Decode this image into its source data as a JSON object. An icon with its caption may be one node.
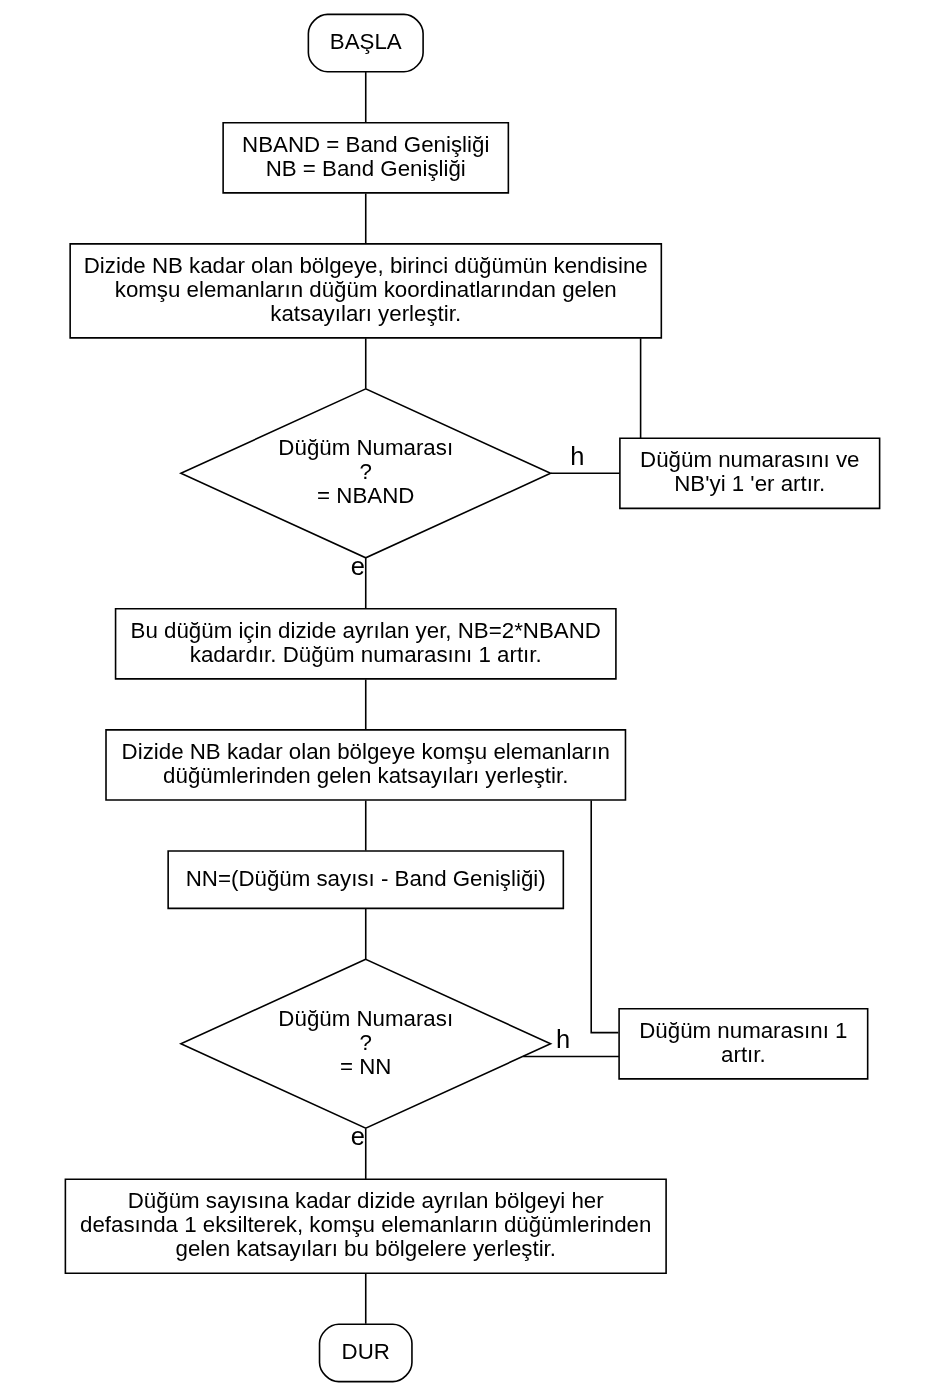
{
  "diagram": {
    "nodes": [
      {
        "text": [
          "BAŞLA"
        ]
      },
      {
        "text": [
          "NBAND = Band Genişliği",
          "NB = Band Genişliği"
        ]
      },
      {
        "text": [
          "Dizide NB kadar olan bölgeye, birinci düğümün kendisine komşu elemanların düğüm koordinatlarından gelen katsayıları yerleştir."
        ]
      },
      {
        "text": [
          "Düğüm Numarası",
          "?",
          "= NBAND"
        ]
      },
      {
        "text": [
          "Düğüm numarasını ve NB'yi 1 'er artır."
        ]
      },
      {
        "text": [
          "Bu düğüm için dizide ayrılan yer, NB=2*NBAND kadardır. Düğüm numarasını 1 artır."
        ]
      },
      {
        "text": [
          "Dizide NB kadar olan bölgeye komşu elemanların düğümlerinden gelen katsayıları yerleştir."
        ]
      },
      {
        "text": [
          "NN=(Düğüm sayısı - Band Genişliği)"
        ]
      },
      {
        "text": [
          "Düğüm Numarası",
          "?",
          "= NN"
        ]
      },
      {
        "text": [
          "Düğüm numarasını 1 artır."
        ]
      },
      {
        "text": [
          "Düğüm sayısına kadar dizide ayrılan bölgeyi her defasında 1 eksilterek, komşu elemanların düğümlerinden gelen katsayıları bu bölgelere yerleştir."
        ]
      },
      {
        "text": [
          "DUR"
        ]
      }
    ],
    "edges": [
      {
        "from": 0,
        "to": 1,
        "arrow": "none"
      },
      {
        "from": 1,
        "to": 2,
        "arrow": "none"
      },
      {
        "from": 2,
        "to": 3,
        "arrow": "none"
      },
      {
        "from": 3,
        "to": 4,
        "arrow": "none",
        "label": "h"
      },
      {
        "from": 4,
        "to": 2,
        "arrow": "none"
      },
      {
        "from": 3,
        "to": 5,
        "arrow": "none",
        "label": "e"
      },
      {
        "from": 5,
        "to": 6,
        "arrow": "none"
      },
      {
        "from": 6,
        "to": 7,
        "arrow": "none"
      },
      {
        "from": 7,
        "to": 8,
        "arrow": "none"
      },
      {
        "from": 8,
        "to": 9,
        "arrow": "none",
        "label": "h"
      },
      {
        "from": 9,
        "to": 6,
        "arrow": "none"
      },
      {
        "from": 8,
        "to": 10,
        "arrow": "none",
        "label": "e"
      },
      {
        "from": 10,
        "to": 11,
        "arrow": "none"
      }
    ]
  }
}
